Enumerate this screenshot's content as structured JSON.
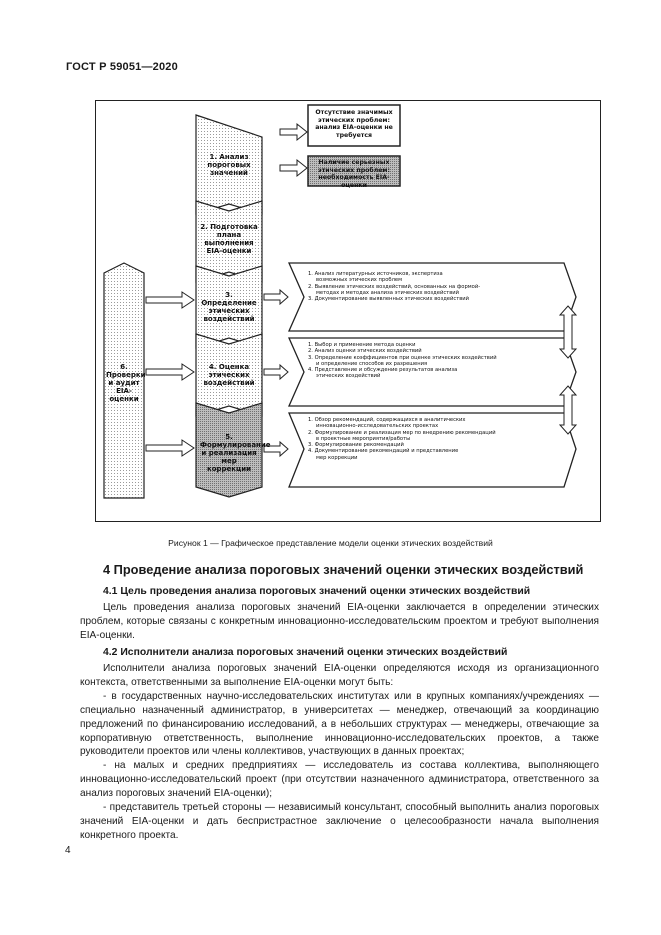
{
  "header": {
    "standard": "ГОСТ Р 59051—2020"
  },
  "figure": {
    "top_boxes": [
      "Отсутствие значимых этических проблем: анализ EIA-оценки не требуется",
      "Наличие серьезных этических проблем: необходимость EIA-оценки"
    ],
    "stages": [
      "1. Анализ пороговых значений",
      "2. Подготовка плана выполнения EIA-оценки",
      "3. Определение этических воздействий",
      "4. Оценка этических воздействий",
      "5. Формулирование и реализация мер коррекции"
    ],
    "side_label": "6. Проверки и аудит EIA-оценки",
    "details": [
      [
        "1. Анализ литературных источников, экспертиза",
        "возможных этических проблем",
        "2. Выявление этических воздействий, основанных на формой-",
        "методах и методах анализа этических воздействий",
        "3. Документирование выявленных этических воздействий"
      ],
      [
        "1. Выбор и применение метода оценки",
        "2. Анализ оценки этических воздействий",
        "3. Определение коэффициентов при оценке этических воздействий",
        "и определение способов их разрешения",
        "4. Представление и обсуждение результатов анализа",
        "этических воздействий"
      ],
      [
        "1. Обзор рекомендаций, содержащихся в аналитических",
        "инновационно-исследовательских проектах",
        "2. Формулирование и реализация мер по внедрению рекомендаций",
        "в проектные мероприятия/работы",
        "3. Формулирование рекомендаций",
        "4. Документирование рекомендаций и представление",
        "мер коррекции"
      ]
    ],
    "caption": "Рисунок 1 — Графическое представление модели оценки этических воздействий"
  },
  "section": {
    "title": "4 Проведение анализа пороговых значений оценки этических воздействий",
    "sub1_title": "4.1 Цель проведения анализа пороговых значений оценки этических воздействий",
    "sub1_text": "Цель проведения анализа пороговых значений EIA-оценки заключается в определении этических проблем, которые связаны с конкретным инновационно-исследовательским проектом и требуют выполнения EIA-оценки.",
    "sub2_title": "4.2 Исполнители анализа пороговых значений оценки этических воздействий",
    "sub2_intro": "Исполнители анализа пороговых значений EIA-оценки определяются исходя из организационного контекста, ответственными за выполнение EIA-оценки могут быть:",
    "sub2_item1": "- в государственных научно-исследовательских институтах или в крупных компаниях/учреждениях — специально назначенный администратор, в университетах — менеджер, отвечающий за координацию предложений по финансированию исследований, а в небольших структурах — менеджеры, отвечающие за корпоративную ответственность, выполнение инновационно-исследовательских проектов, а также руководители проектов или члены коллективов, участвующих в данных проектах;",
    "sub2_item2": "- на малых и средних предприятиях — исследователь из состава коллектива, выполняющего инновационно-исследовательский проект (при отсутствии назначенного администратора, ответственного за анализ пороговых значений EIA-оценки);",
    "sub2_item3": "- представитель третьей стороны — независимый консультант, способный выполнить анализ пороговых значений EIA-оценки и дать беспристрастное заключение о целесообразности начала выполнения конкретного проекта."
  },
  "footer": {
    "page": "4"
  }
}
